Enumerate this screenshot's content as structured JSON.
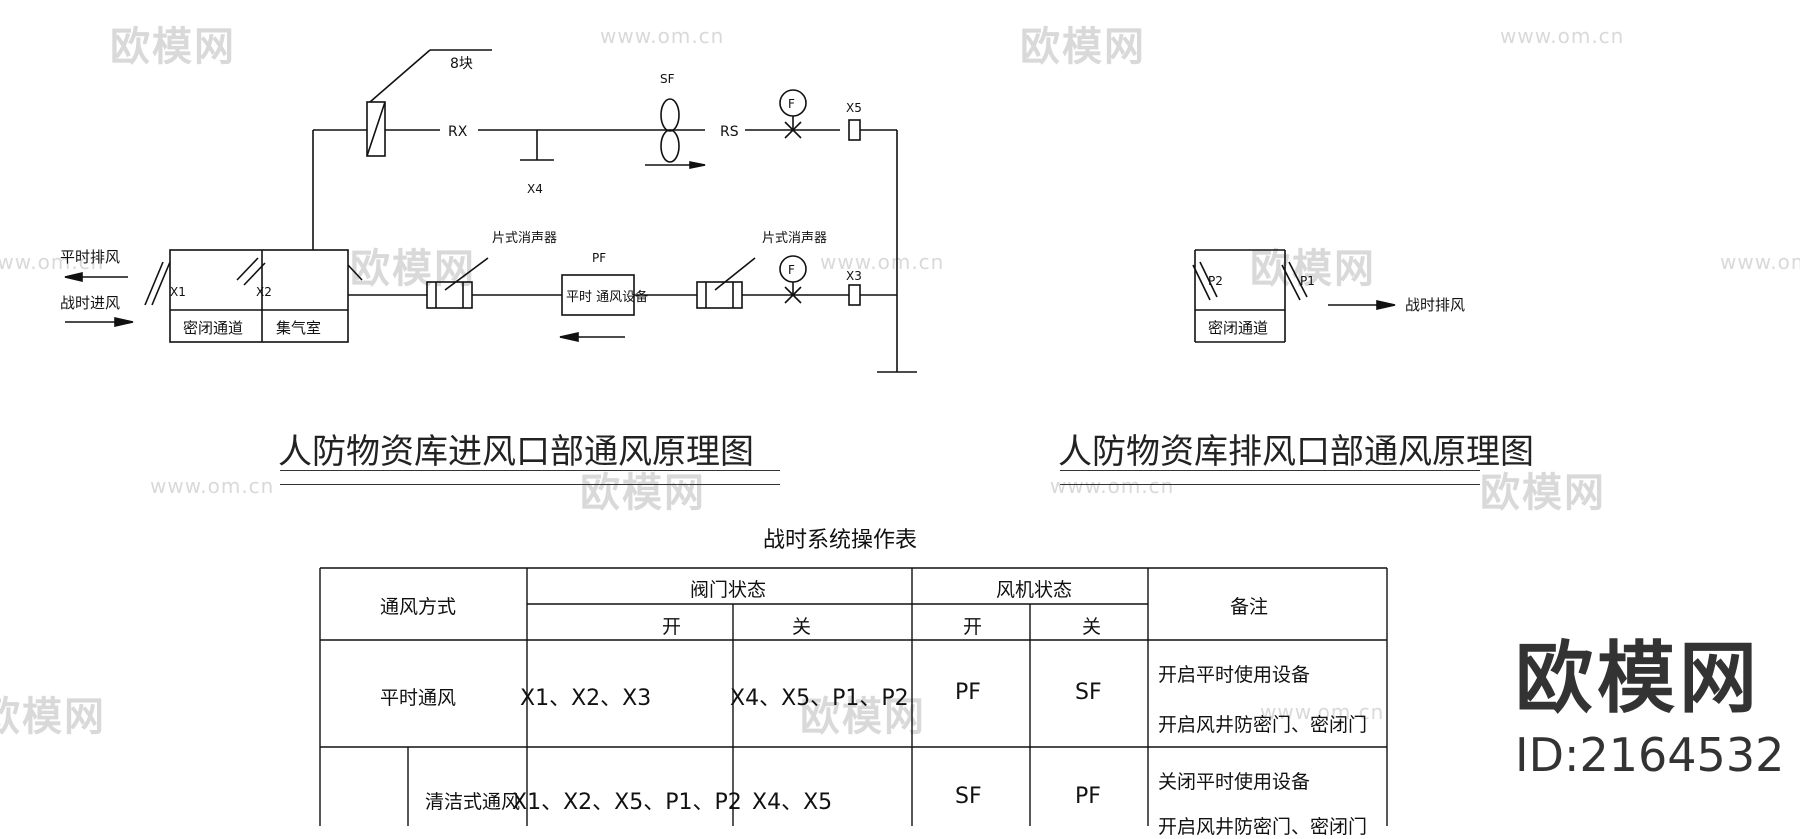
{
  "watermark": {
    "logo_text": "欧模网",
    "url_text": "www.om.cn"
  },
  "brand": {
    "name": "欧模网",
    "id": "ID:2164532"
  },
  "intake_diagram": {
    "title": "人防物资库进风口部通风原理图",
    "labels": {
      "eight": "8块",
      "rx": "RX",
      "sf": "SF",
      "rs": "RS",
      "x5": "X5",
      "x4": "X4",
      "f1": "F",
      "f2": "F",
      "muffler1": "片式消声器",
      "muffler2": "片式消声器",
      "pf": "PF",
      "pf_box": "平时 通风设备",
      "x3": "X3",
      "x1": "X1",
      "x2": "X2",
      "peace_exhaust": "平时排风",
      "war_intake": "战时进风",
      "room1": "密闭通道",
      "room2": "集气室"
    }
  },
  "exhaust_diagram": {
    "title": "人防物资库排风口部通风原理图",
    "labels": {
      "p2": "P2",
      "p1": "P1",
      "room": "密闭通道",
      "war_exhaust": "战时排风"
    }
  },
  "table": {
    "caption": "战时系统操作表",
    "headers": {
      "mode": "通风方式",
      "valve": "阀门状态",
      "fan": "风机状态",
      "note": "备注",
      "valve_open": "开",
      "valve_close": "关",
      "fan_open": "开",
      "fan_close": "关"
    },
    "rows": [
      {
        "mode": "平时通风",
        "valve_open": "X1、X2、X3",
        "valve_close": "X4、X5、P1、P2",
        "fan_open": "PF",
        "fan_close": "SF",
        "note1": "开启平时使用设备",
        "note2": "开启风井防密门、密闭门"
      },
      {
        "mode": "清洁式通风",
        "valve_open": "X1、X2、X5、P1、P2",
        "valve_close": "X4、X5",
        "fan_open": "SF",
        "fan_close": "PF",
        "note1": "关闭平时使用设备",
        "note2": "开启风井防密门、密闭门"
      }
    ]
  }
}
